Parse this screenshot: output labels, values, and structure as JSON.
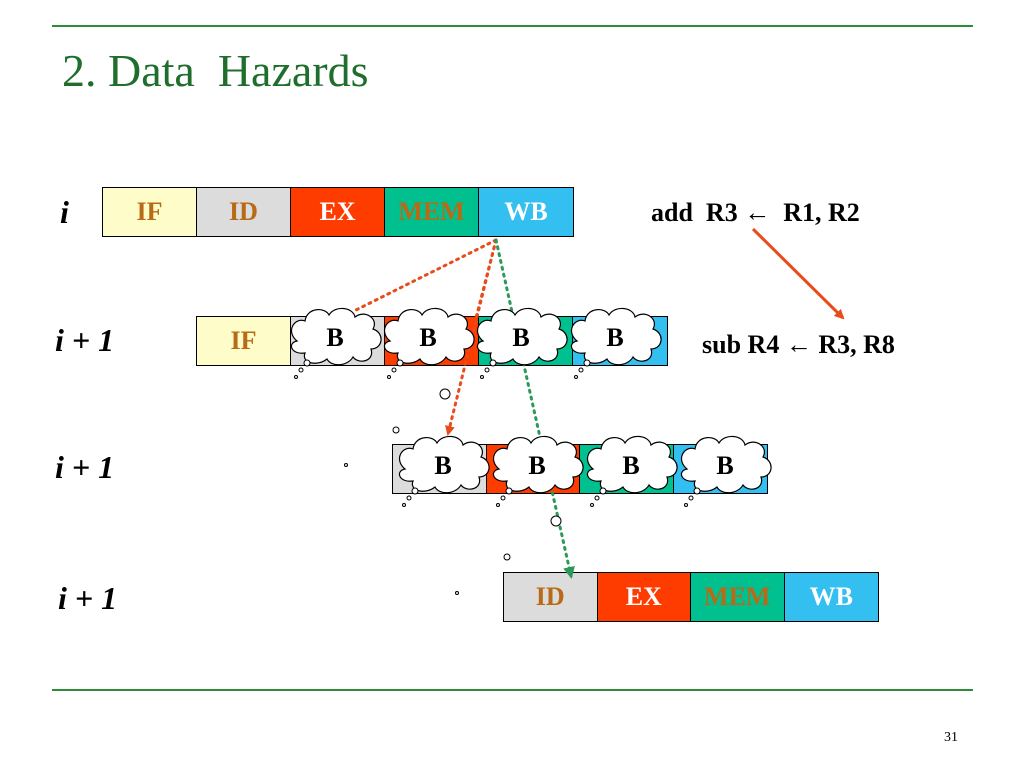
{
  "title": "2. Data  Hazards",
  "slide_number": "31",
  "colors": {
    "title_green": "#1f6e2d",
    "rule_green": "#2e8b3a",
    "stage_text": "#b86a16",
    "if_bg": "#fefdc9",
    "id_bg": "#dcdcdc",
    "ex_bg": "#ff3c00",
    "mem_bg": "#00c090",
    "wb_bg": "#33bff0",
    "red_arrow": "#e84c1a",
    "green_arrow": "#2a9a5a"
  },
  "rows": [
    {
      "label": "i",
      "stages": [
        "IF",
        "ID",
        "EX",
        "MEM",
        "WB"
      ]
    },
    {
      "label": "i + 1",
      "stages": [
        "IF",
        "",
        "",
        "",
        ""
      ],
      "bubbles": [
        "B",
        "B",
        "B",
        "B"
      ]
    },
    {
      "label": "i + 1",
      "stages": [
        "",
        "",
        "",
        ""
      ],
      "bubbles": [
        "B",
        "B",
        "B",
        "B"
      ]
    },
    {
      "label": "i + 1",
      "stages": [
        "ID",
        "EX",
        "MEM",
        "WB"
      ]
    }
  ],
  "instructions": {
    "first": "add  R3 ←  R1, R2",
    "second": "sub R4 ← R3, R8"
  }
}
